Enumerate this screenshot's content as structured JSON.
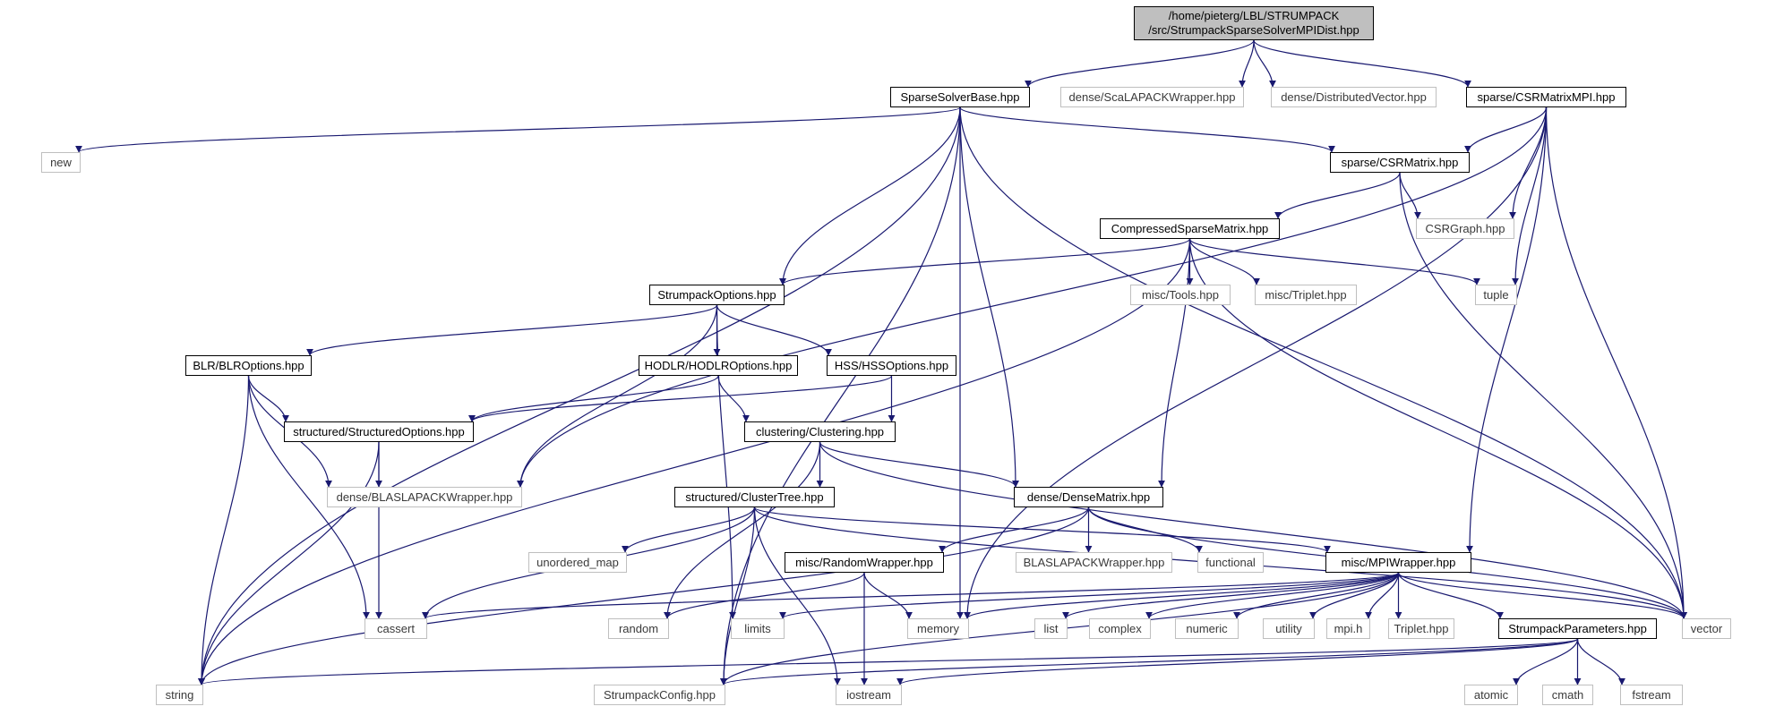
{
  "diagram": {
    "colors": {
      "edge": "#191970",
      "project_border": "#000000",
      "external_border": "#bfbfbf",
      "external_text": "#3a3a3a",
      "root_fill": "#bfbfbf",
      "background": "#ffffff"
    },
    "nodes": [
      {
        "id": "root",
        "kind": "root",
        "lines": [
          "/home/pieterg/LBL/STRUMPACK",
          "/src/StrumpackSparseSolverMPIDist.hpp"
        ]
      },
      {
        "id": "SparseSolverBase",
        "kind": "project",
        "label": "SparseSolverBase.hpp"
      },
      {
        "id": "ScaLAPACKWrapper",
        "kind": "external",
        "label": "dense/ScaLAPACKWrapper.hpp"
      },
      {
        "id": "DistributedVector",
        "kind": "external",
        "label": "dense/DistributedVector.hpp"
      },
      {
        "id": "CSRMatrixMPI",
        "kind": "project",
        "label": "sparse/CSRMatrixMPI.hpp"
      },
      {
        "id": "new",
        "kind": "external",
        "label": "new"
      },
      {
        "id": "CSRMatrix",
        "kind": "project",
        "label": "sparse/CSRMatrix.hpp"
      },
      {
        "id": "CompressedSparseMatrix",
        "kind": "project",
        "label": "CompressedSparseMatrix.hpp"
      },
      {
        "id": "CSRGraph",
        "kind": "external",
        "label": "CSRGraph.hpp"
      },
      {
        "id": "StrumpackOptions",
        "kind": "project",
        "label": "StrumpackOptions.hpp"
      },
      {
        "id": "Tools",
        "kind": "external",
        "label": "misc/Tools.hpp"
      },
      {
        "id": "Triplet_misc",
        "kind": "external",
        "label": "misc/Triplet.hpp"
      },
      {
        "id": "tuple",
        "kind": "external",
        "label": "tuple"
      },
      {
        "id": "BLROptions",
        "kind": "project",
        "label": "BLR/BLROptions.hpp"
      },
      {
        "id": "HODLROptions",
        "kind": "project",
        "label": "HODLR/HODLROptions.hpp"
      },
      {
        "id": "HSSOptions",
        "kind": "project",
        "label": "HSS/HSSOptions.hpp"
      },
      {
        "id": "StructuredOptions",
        "kind": "project",
        "label": "structured/StructuredOptions.hpp"
      },
      {
        "id": "Clustering",
        "kind": "project",
        "label": "clustering/Clustering.hpp"
      },
      {
        "id": "BLASLAPACKWrapper_dense",
        "kind": "external",
        "label": "dense/BLASLAPACKWrapper.hpp"
      },
      {
        "id": "ClusterTree",
        "kind": "project",
        "label": "structured/ClusterTree.hpp"
      },
      {
        "id": "DenseMatrix",
        "kind": "project",
        "label": "dense/DenseMatrix.hpp"
      },
      {
        "id": "unordered_map",
        "kind": "external",
        "label": "unordered_map"
      },
      {
        "id": "BLASLAPACKWrapper",
        "kind": "external",
        "label": "BLASLAPACKWrapper.hpp"
      },
      {
        "id": "functional",
        "kind": "external",
        "label": "functional"
      },
      {
        "id": "RandomWrapper",
        "kind": "project",
        "label": "misc/RandomWrapper.hpp"
      },
      {
        "id": "MPIWrapper",
        "kind": "project",
        "label": "misc/MPIWrapper.hpp"
      },
      {
        "id": "cassert",
        "kind": "external",
        "label": "cassert"
      },
      {
        "id": "random",
        "kind": "external",
        "label": "random"
      },
      {
        "id": "limits",
        "kind": "external",
        "label": "limits"
      },
      {
        "id": "memory",
        "kind": "external",
        "label": "memory"
      },
      {
        "id": "list",
        "kind": "external",
        "label": "list"
      },
      {
        "id": "complex",
        "kind": "external",
        "label": "complex"
      },
      {
        "id": "numeric",
        "kind": "external",
        "label": "numeric"
      },
      {
        "id": "utility",
        "kind": "external",
        "label": "utility"
      },
      {
        "id": "mpi_h",
        "kind": "external",
        "label": "mpi.h"
      },
      {
        "id": "Triplet",
        "kind": "external",
        "label": "Triplet.hpp"
      },
      {
        "id": "StrumpackParameters",
        "kind": "project",
        "label": "StrumpackParameters.hpp"
      },
      {
        "id": "vector",
        "kind": "external",
        "label": "vector"
      },
      {
        "id": "string",
        "kind": "external",
        "label": "string"
      },
      {
        "id": "StrumpackConfig",
        "kind": "external",
        "label": "StrumpackConfig.hpp"
      },
      {
        "id": "iostream",
        "kind": "external",
        "label": "iostream"
      },
      {
        "id": "atomic",
        "kind": "external",
        "label": "atomic"
      },
      {
        "id": "cmath",
        "kind": "external",
        "label": "cmath"
      },
      {
        "id": "fstream",
        "kind": "external",
        "label": "fstream"
      }
    ],
    "edges": [
      [
        "root",
        "SparseSolverBase"
      ],
      [
        "root",
        "ScaLAPACKWrapper"
      ],
      [
        "root",
        "DistributedVector"
      ],
      [
        "root",
        "CSRMatrixMPI"
      ],
      [
        "SparseSolverBase",
        "new"
      ],
      [
        "SparseSolverBase",
        "string"
      ],
      [
        "SparseSolverBase",
        "StrumpackConfig"
      ],
      [
        "SparseSolverBase",
        "memory"
      ],
      [
        "SparseSolverBase",
        "StrumpackOptions"
      ],
      [
        "SparseSolverBase",
        "DenseMatrix"
      ],
      [
        "SparseSolverBase",
        "CSRMatrix"
      ],
      [
        "SparseSolverBase",
        "vector"
      ],
      [
        "CSRMatrixMPI",
        "CSRMatrix"
      ],
      [
        "CSRMatrixMPI",
        "CSRGraph"
      ],
      [
        "CSRMatrixMPI",
        "tuple"
      ],
      [
        "CSRMatrixMPI",
        "vector"
      ],
      [
        "CSRMatrixMPI",
        "MPIWrapper"
      ],
      [
        "CSRMatrixMPI",
        "memory"
      ],
      [
        "CSRMatrixMPI",
        "BLASLAPACKWrapper_dense"
      ],
      [
        "CSRMatrix",
        "CompressedSparseMatrix"
      ],
      [
        "CSRMatrix",
        "CSRGraph"
      ],
      [
        "CSRMatrix",
        "vector"
      ],
      [
        "CompressedSparseMatrix",
        "string"
      ],
      [
        "CompressedSparseMatrix",
        "StrumpackOptions"
      ],
      [
        "CompressedSparseMatrix",
        "DenseMatrix"
      ],
      [
        "CompressedSparseMatrix",
        "Tools"
      ],
      [
        "CompressedSparseMatrix",
        "Triplet_misc"
      ],
      [
        "CompressedSparseMatrix",
        "tuple"
      ],
      [
        "CompressedSparseMatrix",
        "vector"
      ],
      [
        "StrumpackOptions",
        "BLROptions"
      ],
      [
        "StrumpackOptions",
        "HODLROptions"
      ],
      [
        "StrumpackOptions",
        "HSSOptions"
      ],
      [
        "StrumpackOptions",
        "BLASLAPACKWrapper_dense"
      ],
      [
        "StrumpackOptions",
        "limits"
      ],
      [
        "BLROptions",
        "StructuredOptions"
      ],
      [
        "BLROptions",
        "BLASLAPACKWrapper_dense"
      ],
      [
        "BLROptions",
        "string"
      ],
      [
        "BLROptions",
        "cassert"
      ],
      [
        "HODLROptions",
        "StructuredOptions"
      ],
      [
        "HODLROptions",
        "Clustering"
      ],
      [
        "HSSOptions",
        "StructuredOptions"
      ],
      [
        "HSSOptions",
        "Clustering"
      ],
      [
        "StructuredOptions",
        "BLASLAPACKWrapper_dense"
      ],
      [
        "StructuredOptions",
        "string"
      ],
      [
        "StructuredOptions",
        "cassert"
      ],
      [
        "Clustering",
        "ClusterTree"
      ],
      [
        "Clustering",
        "DenseMatrix"
      ],
      [
        "Clustering",
        "random"
      ],
      [
        "Clustering",
        "vector"
      ],
      [
        "ClusterTree",
        "unordered_map"
      ],
      [
        "ClusterTree",
        "cassert"
      ],
      [
        "ClusterTree",
        "iostream"
      ],
      [
        "ClusterTree",
        "StrumpackConfig"
      ],
      [
        "ClusterTree",
        "MPIWrapper"
      ],
      [
        "ClusterTree",
        "vector"
      ],
      [
        "DenseMatrix",
        "BLASLAPACKWrapper"
      ],
      [
        "DenseMatrix",
        "functional"
      ],
      [
        "DenseMatrix",
        "RandomWrapper"
      ],
      [
        "DenseMatrix",
        "string"
      ],
      [
        "DenseMatrix",
        "vector"
      ],
      [
        "RandomWrapper",
        "random"
      ],
      [
        "RandomWrapper",
        "memory"
      ],
      [
        "RandomWrapper",
        "iostream"
      ],
      [
        "MPIWrapper",
        "cassert"
      ],
      [
        "MPIWrapper",
        "limits"
      ],
      [
        "MPIWrapper",
        "memory"
      ],
      [
        "MPIWrapper",
        "list"
      ],
      [
        "MPIWrapper",
        "complex"
      ],
      [
        "MPIWrapper",
        "numeric"
      ],
      [
        "MPIWrapper",
        "utility"
      ],
      [
        "MPIWrapper",
        "mpi_h"
      ],
      [
        "MPIWrapper",
        "Triplet"
      ],
      [
        "MPIWrapper",
        "StrumpackParameters"
      ],
      [
        "MPIWrapper",
        "vector"
      ],
      [
        "MPIWrapper",
        "StrumpackConfig"
      ],
      [
        "StrumpackParameters",
        "string"
      ],
      [
        "StrumpackParameters",
        "StrumpackConfig"
      ],
      [
        "StrumpackParameters",
        "iostream"
      ],
      [
        "StrumpackParameters",
        "atomic"
      ],
      [
        "StrumpackParameters",
        "cmath"
      ],
      [
        "StrumpackParameters",
        "fstream"
      ]
    ]
  }
}
